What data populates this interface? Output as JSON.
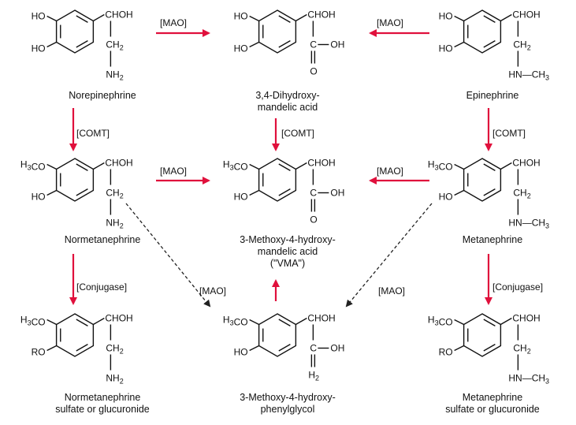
{
  "title": "",
  "compounds": {
    "norepinephrine": {
      "name": "Norepinephrine"
    },
    "dhma": {
      "name_line1": "3,4-Dihydroxy-",
      "name_line2": "mandelic acid"
    },
    "epinephrine": {
      "name": "Epinephrine"
    },
    "normetanephrine": {
      "name": "Normetanephrine"
    },
    "vma": {
      "name_line1": "3-Methoxy-4-hydroxy-",
      "name_line2": "mandelic acid",
      "name_line3": "(\"VMA\")"
    },
    "metanephrine": {
      "name": "Metanephrine"
    },
    "normetanephrine_conj": {
      "name_line1": "Normetanephrine",
      "name_line2": "sulfate or glucuronide"
    },
    "mhpg": {
      "name_line1": "3-Methoxy-4-hydroxy-",
      "name_line2": "phenylglycol"
    },
    "metanephrine_conj": {
      "name_line1": "Metanephrine",
      "name_line2": "sulfate or glucuronide"
    }
  },
  "groups": {
    "ho": "HO",
    "h3co": "H3CO",
    "ro": "RO",
    "choh": "CHOH",
    "ch2": "CH2",
    "nh2": "NH2",
    "nh_ch3": "HN—CH3",
    "cooh_c": "C",
    "cooh_oh": "OH",
    "cooh_o": "O",
    "glycol_oh": "OH"
  },
  "enzymes": {
    "mao": "[MAO]",
    "comt": "[COMT]",
    "conjugase": "[Conjugase]"
  },
  "colors": {
    "arrow_red": "#e0103c",
    "ink": "#111111",
    "dashed": "#222222"
  }
}
